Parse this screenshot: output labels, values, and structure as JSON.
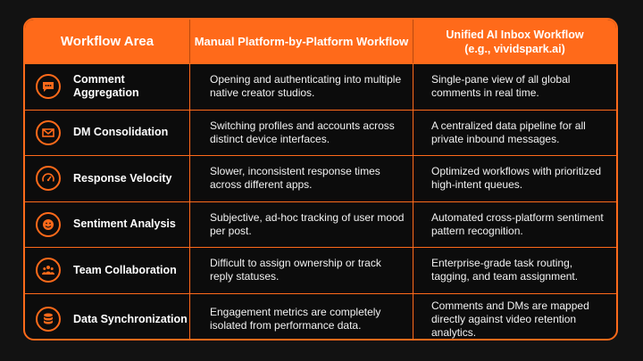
{
  "colors": {
    "accent": "#ff6a1a",
    "background": "#121212"
  },
  "header": {
    "col1": "Workflow Area",
    "col2": "Manual Platform-by-Platform Workflow",
    "col3_line1": "Unified AI Inbox Workflow",
    "col3_line2": "(e.g., vividspark.ai)"
  },
  "rows": [
    {
      "icon": "comment-bubble-icon",
      "area": "Comment Aggregation",
      "manual": "Opening and authenticating into multiple native creator studios.",
      "unified": "Single-pane view of all global comments in real time."
    },
    {
      "icon": "envelope-icon",
      "area": "DM Consolidation",
      "manual": "Switching profiles and accounts across distinct device interfaces.",
      "unified": "A centralized data pipeline for all private inbound messages."
    },
    {
      "icon": "speedometer-icon",
      "area": "Response Velocity",
      "manual": "Slower, inconsistent response times across different apps.",
      "unified": "Optimized workflows with prioritized high-intent queues."
    },
    {
      "icon": "smiley-face-icon",
      "area": "Sentiment Analysis",
      "manual": "Subjective, ad-hoc tracking of user mood per post.",
      "unified": "Automated cross-platform sentiment pattern recognition."
    },
    {
      "icon": "team-users-icon",
      "area": "Team Collaboration",
      "manual": "Difficult to assign ownership or track reply statuses.",
      "unified": "Enterprise-grade task routing, tagging, and team assignment."
    },
    {
      "icon": "database-icon",
      "area": "Data Synchronization",
      "manual": "Engagement metrics are completely isolated from performance data.",
      "unified": "Comments and DMs are mapped directly against video retention analytics."
    }
  ]
}
